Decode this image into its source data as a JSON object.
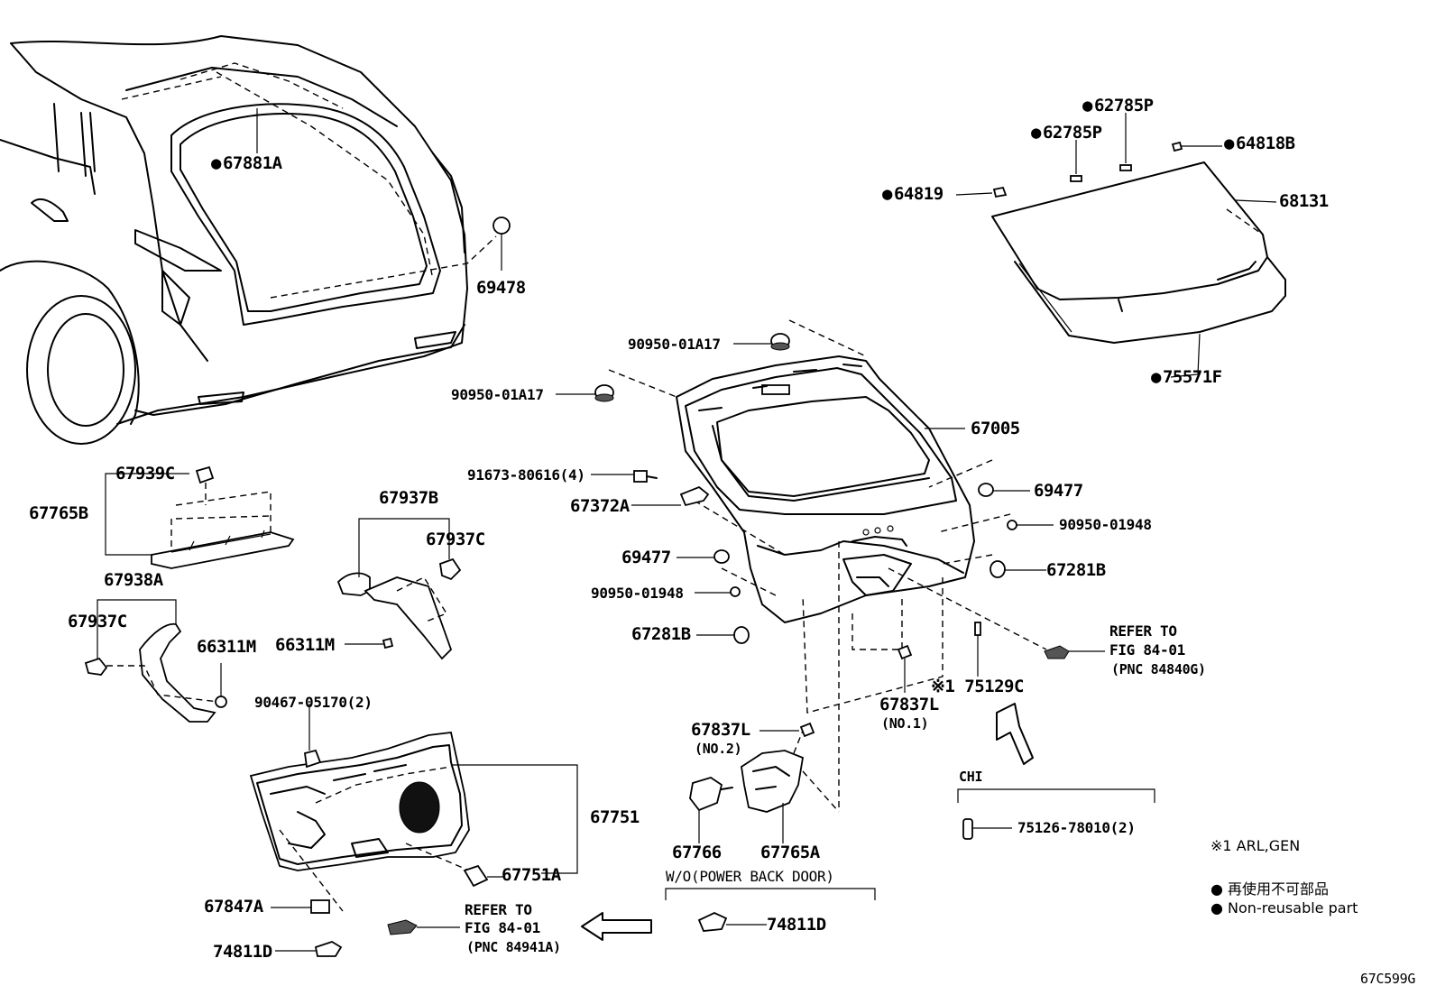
{
  "diagram_code": "67C599G",
  "note": "※1 ARL,GEN",
  "legend": {
    "reuse_jp": "再使用不可部品",
    "reuse_en": "Non-reusable part"
  },
  "labels": {
    "p67881A": "67881A",
    "p69478": "69478",
    "p62785P_top": "62785P",
    "p62785P_second": "62785P",
    "p64818B": "64818B",
    "p64819": "64819",
    "p68131": "68131",
    "p75571F": "75571F",
    "p90950_01A17_top": "90950-01A17",
    "p90950_01A17_second": "90950-01A17",
    "p67005": "67005",
    "p91673_80616": "91673-80616(4)",
    "p67372A": "67372A",
    "p69477_right": "69477",
    "p90950_01948_right": "90950-01948",
    "p69477_left": "69477",
    "p67281B_right": "67281B",
    "p90950_01948_left": "90950-01948",
    "p67281B_left": "67281B",
    "refer_to_1": "REFER TO",
    "fig_84_01_1": "FIG 84-01",
    "pnc_84840G": "(PNC 84840G)",
    "p67837L_no1": "67837L",
    "no1": "(NO.1)",
    "p75129C": "※1 75129C",
    "p67837L_no2": "67837L",
    "no2": "(NO.2)",
    "chi": "CHI",
    "p75126_78010": "75126-78010(2)",
    "p67766": "67766",
    "p67765A": "67765A",
    "wo_power_back_door": "W/O(POWER BACK DOOR)",
    "p74811D_center": "74811D",
    "refer_to_2": "REFER TO",
    "fig_84_01_2": "FIG 84-01",
    "pnc_84941A": "(PNC 84941A)",
    "p67939C": "67939C",
    "p67765B": "67765B",
    "p67938A": "67938A",
    "p67937C_left": "67937C",
    "p66311M_left": "66311M",
    "p67937B": "67937B",
    "p67937C_center": "67937C",
    "p66311M_center": "66311M",
    "p90467_05170": "90467-05170(2)",
    "p67751": "67751",
    "p67751A": "67751A",
    "p67847A": "67847A",
    "p74811D_left": "74811D"
  }
}
